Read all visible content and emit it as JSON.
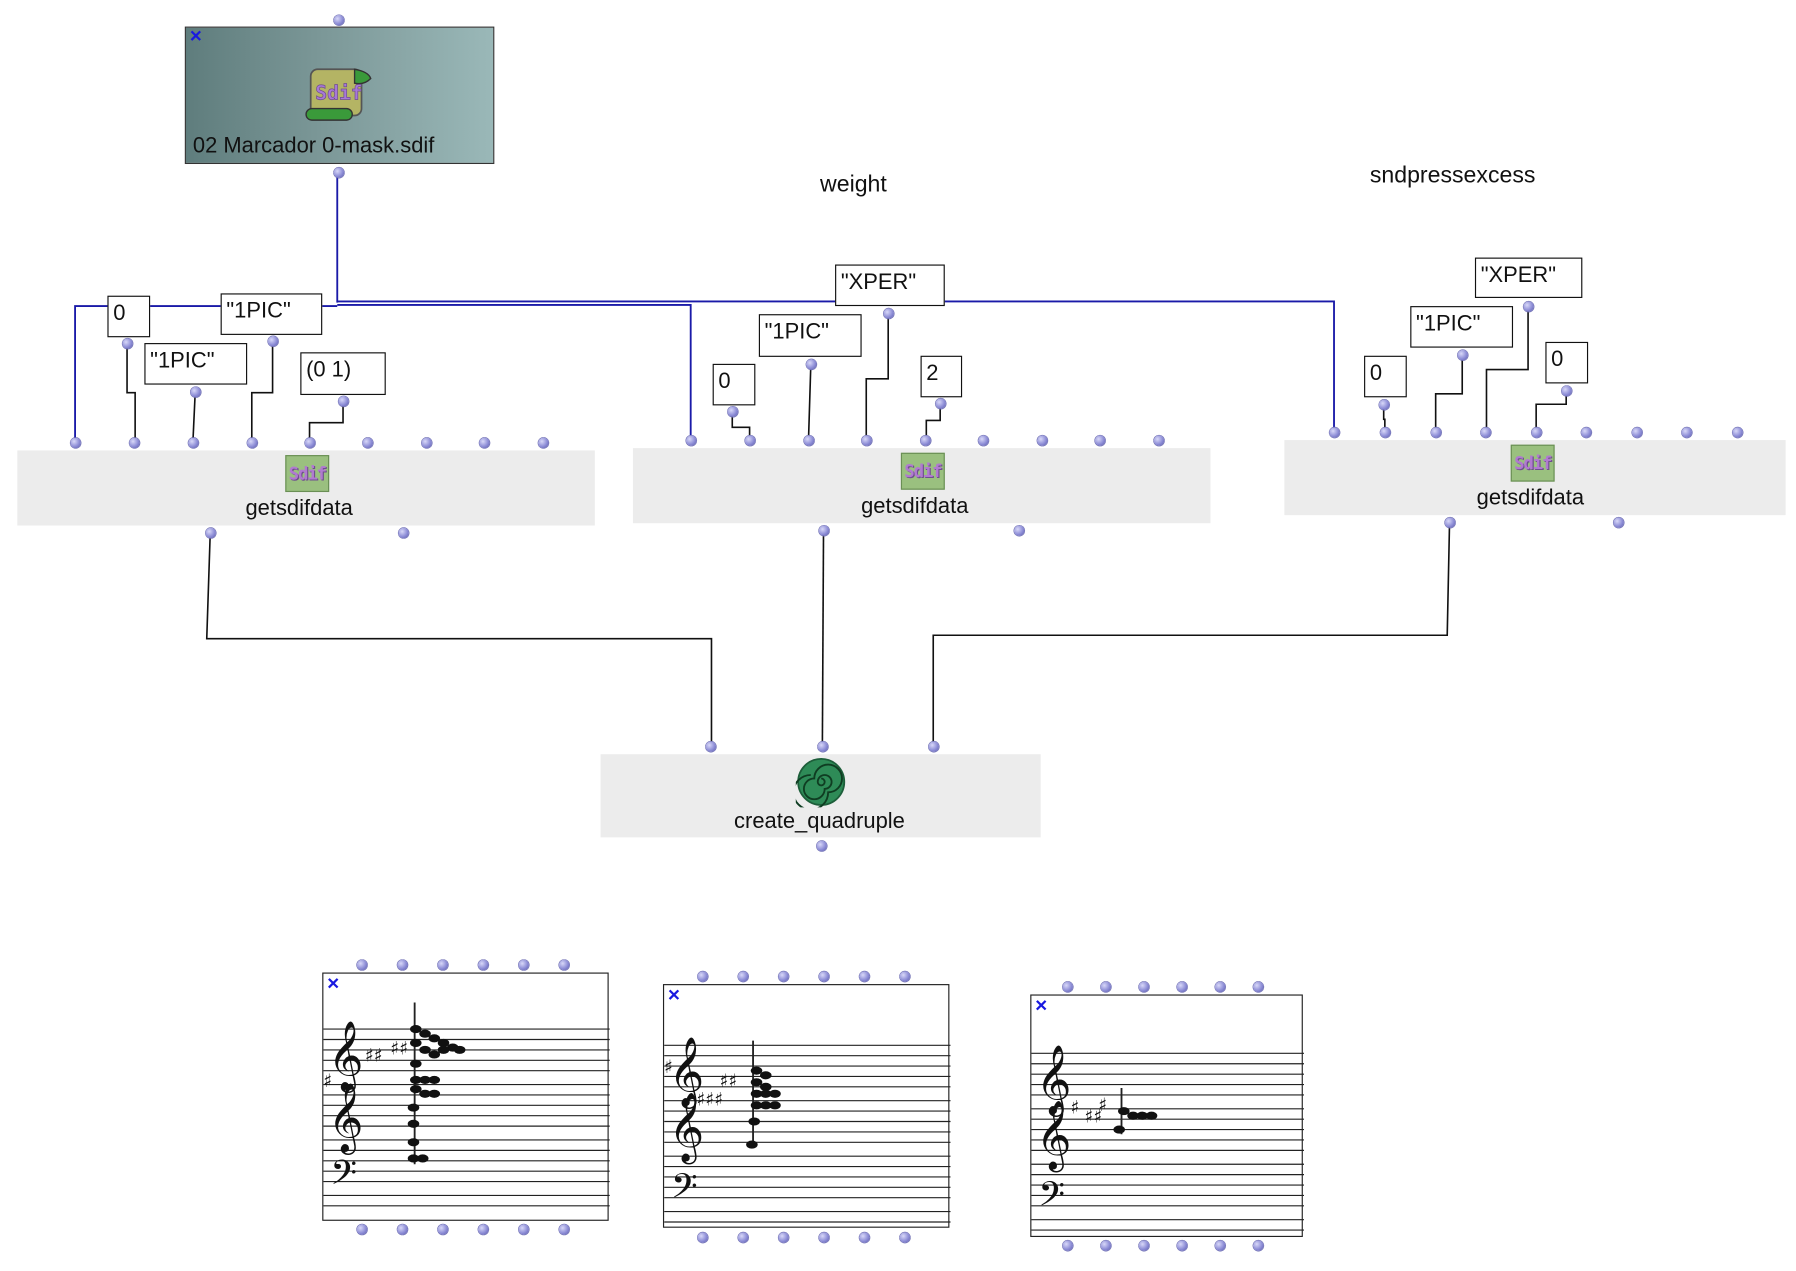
{
  "sdif_file": {
    "filename": "02 Marcador 0-mask.sdif",
    "icon": "sdif-scroll-icon"
  },
  "comments": {
    "weight": "weight",
    "sndpressexcess": "sndpressexcess"
  },
  "constants": {
    "g1_zero": "0",
    "g1_1pic_a": "\"1PIC\"",
    "g1_1pic_b": "\"1PIC\"",
    "g1_list": "(0 1)",
    "g2_xper": "\"XPER\"",
    "g2_1pic": "\"1PIC\"",
    "g2_zero": "0",
    "g2_two": "2",
    "g3_xper": "\"XPER\"",
    "g3_1pic": "\"1PIC\"",
    "g3_zero_a": "0",
    "g3_zero_b": "0"
  },
  "functions": {
    "getsdifdata_1": "getsdifdata",
    "getsdifdata_2": "getsdifdata",
    "getsdifdata_3": "getsdifdata",
    "create_quadruple": "create_quadruple",
    "sdif_icon_text": "Sdif"
  },
  "icons": {
    "close": "×",
    "treble_clef": "𝄞",
    "bass_clef": "𝄢",
    "sharp": "♯"
  },
  "colors": {
    "wire_blue": "#1a1aa8",
    "wire_black": "#111111",
    "box_grey": "#ececec",
    "inlet_purple": "#8c8cd6"
  }
}
